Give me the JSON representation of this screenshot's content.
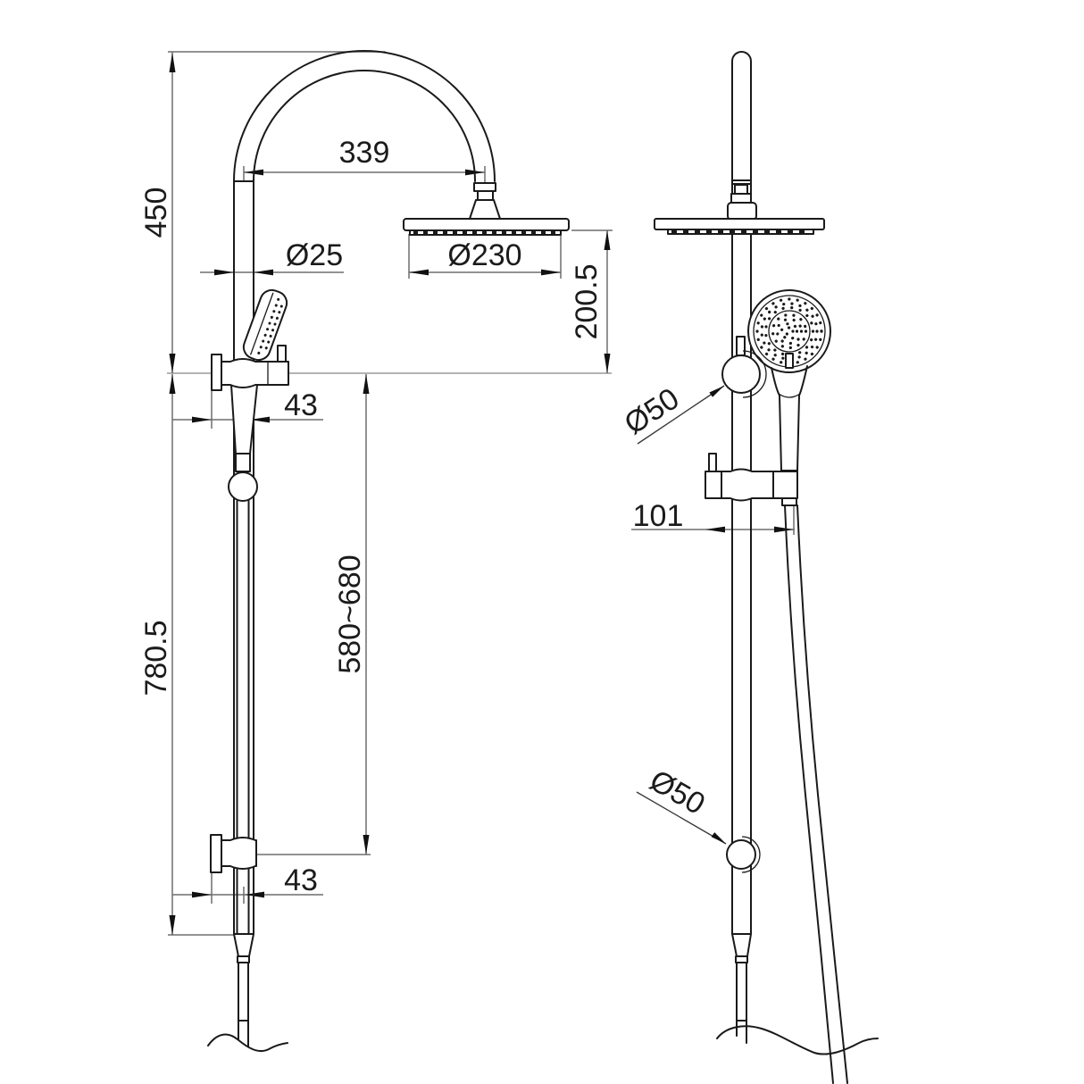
{
  "drawing": {
    "type": "technical-dimension-drawing",
    "subject": "twin shower column with rain head and hand shower, front and side views",
    "views": [
      {
        "id": "front",
        "label": "front view"
      },
      {
        "id": "side",
        "label": "side view"
      }
    ],
    "colors": {
      "object_line": "#1a1a1a",
      "dimension_line": "#6e6e6e",
      "reference_line": "#9a9a9a",
      "text": "#1b1b1b",
      "background": "#ffffff"
    },
    "dimensions": {
      "height_450": "450",
      "reach_339": "339",
      "pipe_d25": "Ø25",
      "head_d230": "Ø230",
      "drop_200_5": "200.5",
      "offset43_top": "43",
      "range_580_680": "580~680",
      "rail_780_5": "780.5",
      "offset43_bottom": "43",
      "ring_d50_top": "Ø50",
      "depth_101": "101",
      "ring_d50_bottom": "Ø50"
    }
  }
}
